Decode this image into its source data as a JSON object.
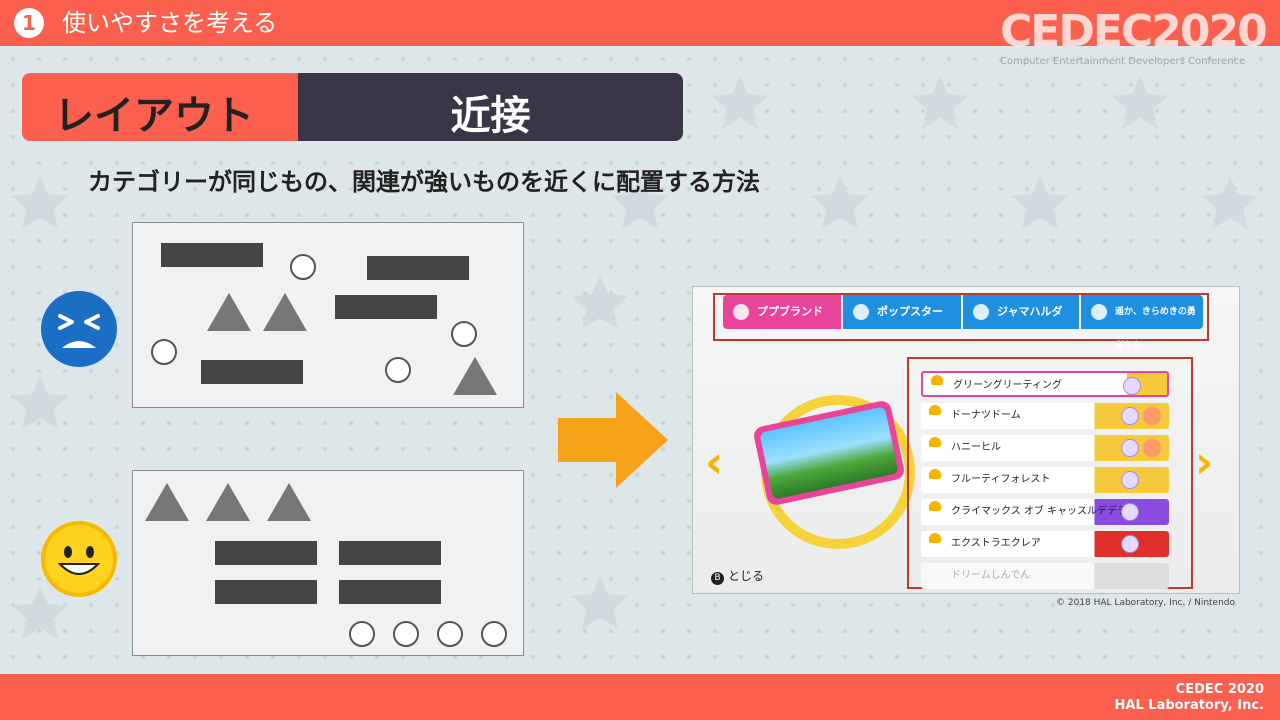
{
  "topbar": {
    "number": "1",
    "title": "使いやすさを考える"
  },
  "logo": {
    "text": "CEDEC2020",
    "subtitle": "Computer Entertainment Developers Conference"
  },
  "heading": {
    "tag_label": "レイアウト",
    "topic": "近接"
  },
  "description": "カテゴリーが同じもの、関連が強いものを近くに配置する方法",
  "faces": {
    "bad": "frustrated-face-icon",
    "good": "smiling-face-icon"
  },
  "game_screen": {
    "tabs": [
      "ププブランド",
      "ポップスター",
      "ジャマハルダ",
      "遥か、きらめきの勇者たち"
    ],
    "stages": [
      "グリーングリーティング",
      "ドーナツドーム",
      "ハニーヒル",
      "フルーティフォレスト",
      "クライマックス オブ キャッスルデデデ",
      "エクストラエクレア",
      "ドリームしんでん"
    ],
    "close_label": "とじる",
    "close_button": "B"
  },
  "copyright": "© 2018 HAL Laboratory, Inc. / Nintendo",
  "footer": {
    "line1": "CEDEC 2020",
    "line2": "HAL Laboratory, Inc."
  },
  "colors": {
    "accent": "#fb5f4d",
    "dark": "#3a3547",
    "arrow": "#f7a21b"
  }
}
